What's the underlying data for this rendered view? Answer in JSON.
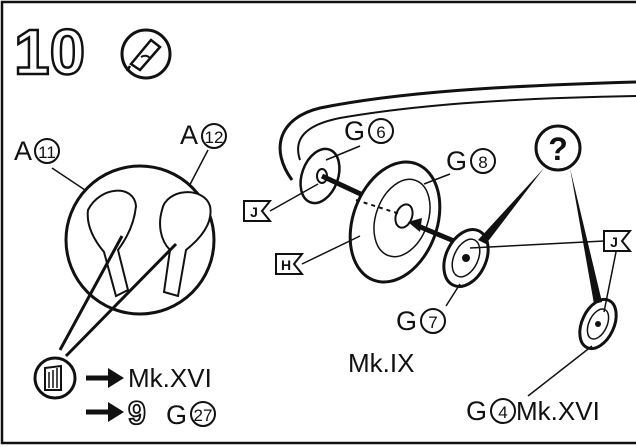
{
  "step": {
    "number": "10"
  },
  "icons": {
    "step_glue": "glue-tube-icon",
    "reference": "part-reference-icon",
    "question": "question-mark-icon"
  },
  "inset": {
    "part_left": {
      "letter": "A",
      "num": "11"
    },
    "part_right": {
      "letter": "A",
      "num": "12"
    },
    "mk_xvi": "Mk.XVI",
    "goto_step": "9",
    "goto_part": {
      "letter": "G",
      "num": "27"
    }
  },
  "wheel": {
    "part_g6": {
      "letter": "G",
      "num": "6"
    },
    "part_g8": {
      "letter": "G",
      "num": "8"
    },
    "part_g7": {
      "letter": "G",
      "num": "7"
    },
    "part_g4": {
      "letter": "G",
      "num": "4"
    },
    "mk_ix": "Mk.IX",
    "mk_xvi": "Mk.XVI",
    "question": "?",
    "markers": {
      "j_left": "J",
      "h_left": "H",
      "j_right": "J"
    }
  },
  "colors": {
    "ink": "#111111",
    "background": "#ffffff"
  }
}
